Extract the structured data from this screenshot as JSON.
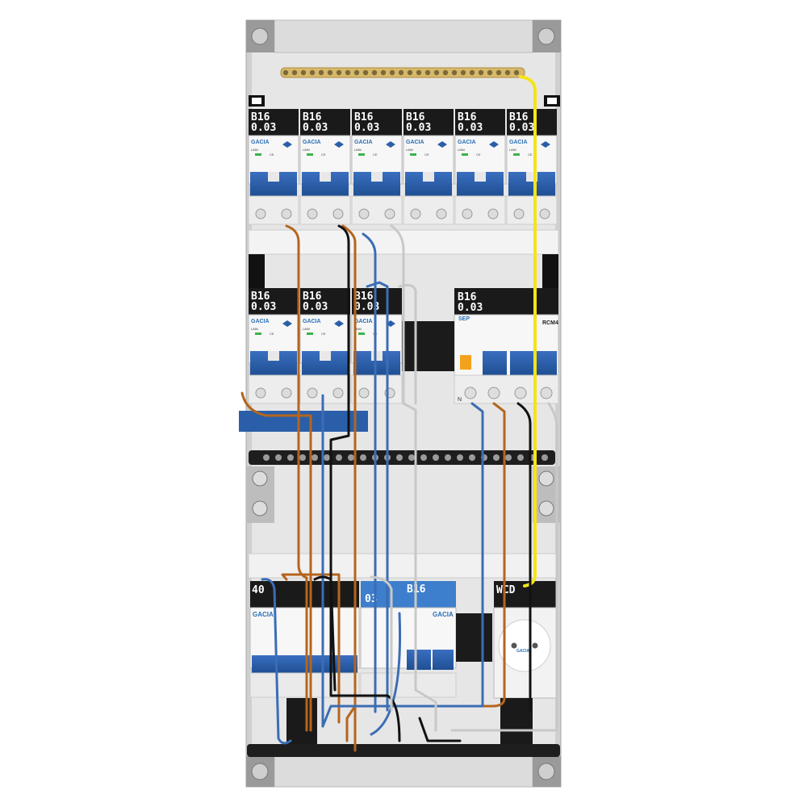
{
  "brand": "GACIA",
  "model": "L8IM",
  "ce": "CE",
  "row1": [
    {
      "rating": "B16",
      "sens": "0.03"
    },
    {
      "rating": "B16",
      "sens": "0.03"
    },
    {
      "rating": "B16",
      "sens": "0.03"
    },
    {
      "rating": "B16",
      "sens": "0.03"
    },
    {
      "rating": "B16",
      "sens": "0.03"
    },
    {
      "rating": "B16",
      "sens": "0.03"
    }
  ],
  "row2": [
    {
      "rating": "B16",
      "sens": "0.03"
    },
    {
      "rating": "B16",
      "sens": "0.03"
    },
    {
      "rating": "B16",
      "sens": "0.03"
    }
  ],
  "rcbo": {
    "rating": "B16",
    "sens": "0.03",
    "tag": "RCM4",
    "maker": "SEP",
    "n_mark": "N"
  },
  "row3": {
    "main_label": "40",
    "small_label": "03",
    "right_label": "B16",
    "socket_label": "WCD",
    "socket_brand": "GACIA"
  },
  "colors": {
    "frame": "#d9d9d9",
    "breaker_blue": "#2e5fa8",
    "label_black": "#1a1a1a",
    "wire_brown": "#b5651d",
    "wire_blue": "#3b6db5",
    "wire_black": "#111111",
    "wire_grey": "#c8c8c8",
    "wire_yellow": "#f4e41b",
    "busbar_brass": "#d8b86a"
  }
}
